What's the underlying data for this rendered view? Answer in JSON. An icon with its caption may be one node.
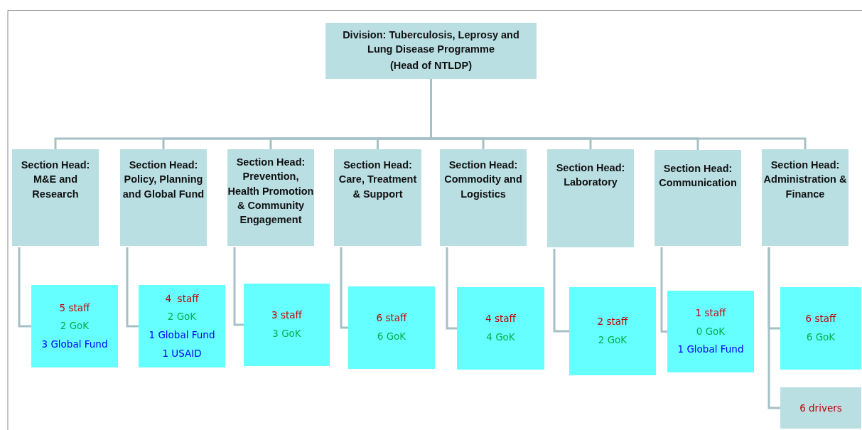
{
  "diagram": {
    "nodes": [
      {
        "text": [
          "Division: Tuberculosis, Leprosy and Lung Disease Programme",
          "(Head of NTLDP)"
        ]
      },
      {
        "text": [
          "Section Head: M&E and Research"
        ]
      },
      {
        "text": [
          "Section Head: Policy, Planning and Global Fund"
        ]
      },
      {
        "text": [
          "Section Head: Prevention, Health Promotion & Community Engagement"
        ]
      },
      {
        "text": [
          "Section Head: Care, Treatment & Support"
        ]
      },
      {
        "text": [
          "Section Head: Commodity and Logistics"
        ]
      },
      {
        "text": [
          "Section Head: Laboratory"
        ]
      },
      {
        "text": [
          "Section Head: Communication"
        ]
      },
      {
        "text": [
          "Section Head: Administration & Finance"
        ]
      },
      {
        "text": [
          "5 staff",
          "2 GoK",
          "3 Global Fund"
        ]
      },
      {
        "text": [
          "4  staff",
          "2 GoK",
          "1 Global Fund",
          "1 USAID"
        ]
      },
      {
        "text": [
          "3 staff",
          "3 GoK"
        ]
      },
      {
        "text": [
          "6 staff",
          "6 GoK"
        ]
      },
      {
        "text": [
          "4 staff",
          "4 GoK"
        ]
      },
      {
        "text": [
          "2 staff",
          "2 GoK"
        ]
      },
      {
        "text": [
          "1 staff",
          "0 GoK",
          "1 Global Fund"
        ]
      },
      {
        "text": [
          "6 staff",
          "6 GoK"
        ]
      },
      {
        "text": [
          "6 drivers"
        ]
      }
    ],
    "edges": [
      {
        "from": 0,
        "to": 1,
        "arrow": "none"
      },
      {
        "from": 0,
        "to": 2,
        "arrow": "none"
      },
      {
        "from": 0,
        "to": 3,
        "arrow": "none"
      },
      {
        "from": 0,
        "to": 4,
        "arrow": "none"
      },
      {
        "from": 0,
        "to": 5,
        "arrow": "none"
      },
      {
        "from": 0,
        "to": 6,
        "arrow": "none"
      },
      {
        "from": 0,
        "to": 7,
        "arrow": "none"
      },
      {
        "from": 0,
        "to": 8,
        "arrow": "none"
      },
      {
        "from": 1,
        "to": 9,
        "arrow": "none"
      },
      {
        "from": 2,
        "to": 10,
        "arrow": "none"
      },
      {
        "from": 3,
        "to": 11,
        "arrow": "none"
      },
      {
        "from": 4,
        "to": 12,
        "arrow": "none"
      },
      {
        "from": 5,
        "to": 13,
        "arrow": "none"
      },
      {
        "from": 6,
        "to": 14,
        "arrow": "none"
      },
      {
        "from": 7,
        "to": 15,
        "arrow": "none"
      },
      {
        "from": 8,
        "to": 16,
        "arrow": "none"
      },
      {
        "from": 8,
        "to": 17,
        "arrow": "none"
      }
    ]
  }
}
